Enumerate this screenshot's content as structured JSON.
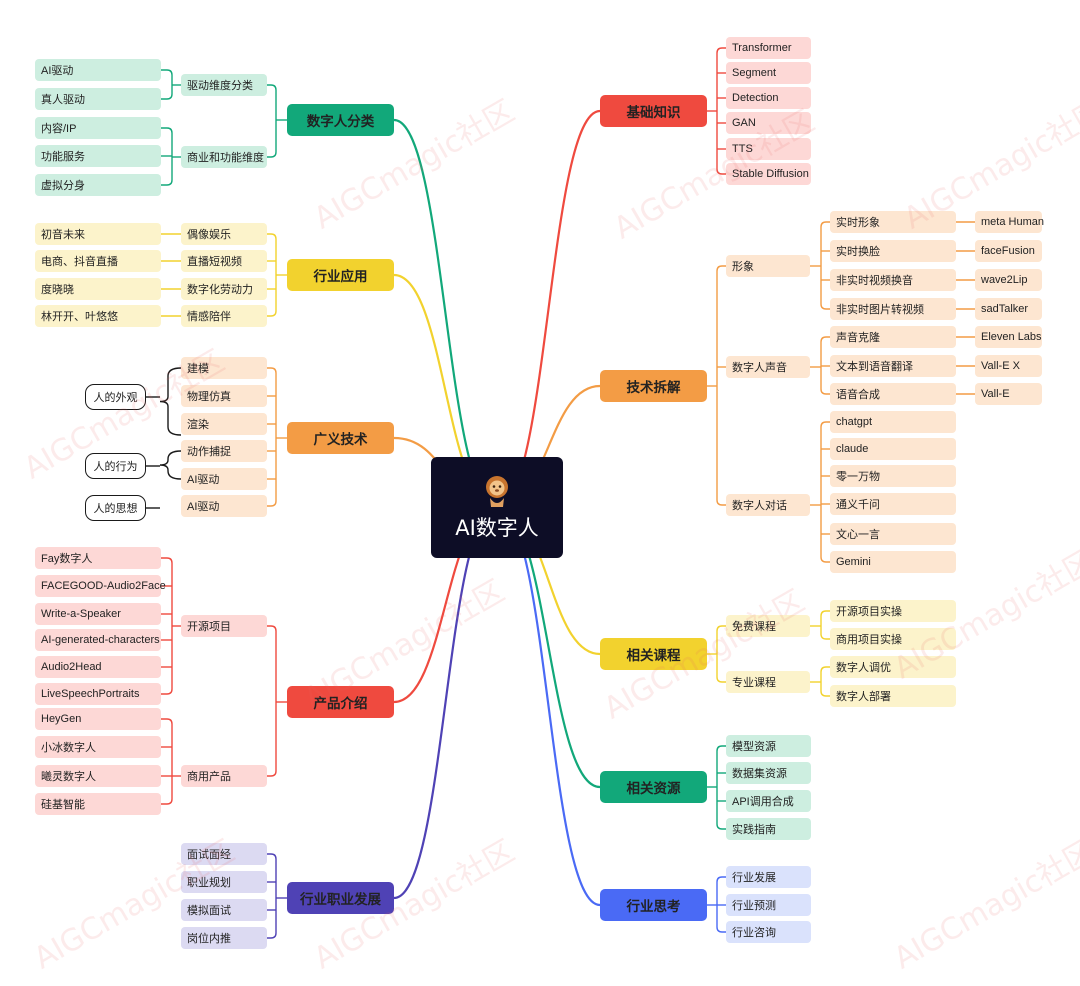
{
  "center": {
    "label": "AI数字人",
    "icon": "lion-mascot-icon"
  },
  "watermark": "AIGCmagic社区",
  "branches": [
    {
      "key": "shuziren-fenlei",
      "label": "数字人分类",
      "color": "#12a87a",
      "children": [
        {
          "label": "驱动维度分类",
          "children": [
            {
              "label": "AI驱动"
            },
            {
              "label": "真人驱动"
            }
          ]
        },
        {
          "label": "商业和功能维度",
          "children": [
            {
              "label": "内容/IP"
            },
            {
              "label": "功能服务"
            },
            {
              "label": "虚拟分身"
            }
          ]
        }
      ]
    },
    {
      "key": "hangye-yingyong",
      "label": "行业应用",
      "color": "#f2d22e",
      "children": [
        {
          "label": "偶像娱乐",
          "children": [
            {
              "label": "初音未来"
            }
          ]
        },
        {
          "label": "直播短视频",
          "children": [
            {
              "label": "电商、抖音直播"
            }
          ]
        },
        {
          "label": "数字化劳动力",
          "children": [
            {
              "label": "度晓晓"
            }
          ]
        },
        {
          "label": "情感陪伴",
          "children": [
            {
              "label": "林开开、叶悠悠"
            }
          ]
        }
      ]
    },
    {
      "key": "guangyi-jishu",
      "label": "广义技术",
      "color": "#f39c45",
      "children": [
        {
          "label": "建模"
        },
        {
          "label": "物理仿真"
        },
        {
          "label": "渲染"
        },
        {
          "label": "动作捕捉"
        },
        {
          "label": "AI驱动"
        },
        {
          "label": "AI驱动"
        }
      ],
      "groups": [
        {
          "label": "人的外观"
        },
        {
          "label": "人的行为"
        },
        {
          "label": "人的思想"
        }
      ]
    },
    {
      "key": "chanpin-jieshao",
      "label": "产品介绍",
      "color": "#ef4a3f",
      "children": [
        {
          "label": "开源项目",
          "children": [
            {
              "label": "Fay数字人"
            },
            {
              "label": "FACEGOOD-Audio2Face"
            },
            {
              "label": "Write-a-Speaker"
            },
            {
              "label": "AI-generated-characters"
            },
            {
              "label": "Audio2Head"
            },
            {
              "label": "LiveSpeechPortraits"
            }
          ]
        },
        {
          "label": "商用产品",
          "children": [
            {
              "label": "HeyGen"
            },
            {
              "label": "小冰数字人"
            },
            {
              "label": "曦灵数字人"
            },
            {
              "label": "硅基智能"
            }
          ]
        }
      ]
    },
    {
      "key": "hangye-zhiye",
      "label": "行业职业发展",
      "color": "#4f42b5",
      "children": [
        {
          "label": "面试面经"
        },
        {
          "label": "职业规划"
        },
        {
          "label": "模拟面试"
        },
        {
          "label": "岗位内推"
        }
      ]
    },
    {
      "key": "jichu-zhishi",
      "label": "基础知识",
      "color": "#ef4a3f",
      "children": [
        {
          "label": "Transformer"
        },
        {
          "label": "Segment"
        },
        {
          "label": "Detection"
        },
        {
          "label": "GAN"
        },
        {
          "label": "TTS"
        },
        {
          "label": "Stable  Diffusion"
        }
      ]
    },
    {
      "key": "jishu-chaijie",
      "label": "技术拆解",
      "color": "#f39c45",
      "children": [
        {
          "label": "形象",
          "children": [
            {
              "label": "实时形象",
              "leaf": "meta Human"
            },
            {
              "label": "实时换脸",
              "leaf": "faceFusion"
            },
            {
              "label": "非实时视频换音",
              "leaf": "wave2Lip"
            },
            {
              "label": "非实时图片转视频",
              "leaf": "sadTalker"
            }
          ]
        },
        {
          "label": "数字人声音",
          "children": [
            {
              "label": "声音克隆",
              "leaf": "Eleven Labs"
            },
            {
              "label": "文本到语音翻译",
              "leaf": "Vall-E X"
            },
            {
              "label": "语音合成",
              "leaf": "Vall-E"
            }
          ]
        },
        {
          "label": "数字人对话",
          "children": [
            {
              "label": "chatgpt"
            },
            {
              "label": "claude"
            },
            {
              "label": "零一万物"
            },
            {
              "label": "通义千问"
            },
            {
              "label": "文心一言"
            },
            {
              "label": "Gemini"
            }
          ]
        }
      ]
    },
    {
      "key": "xiangguan-kecheng",
      "label": "相关课程",
      "color": "#f2d22e",
      "children": [
        {
          "label": "免费课程",
          "children": [
            {
              "label": "开源项目实操"
            },
            {
              "label": "商用项目实操"
            }
          ]
        },
        {
          "label": "专业课程",
          "children": [
            {
              "label": "数字人调优"
            },
            {
              "label": "数字人部署"
            }
          ]
        }
      ]
    },
    {
      "key": "xiangguan-ziyuan",
      "label": "相关资源",
      "color": "#12a87a",
      "children": [
        {
          "label": "模型资源"
        },
        {
          "label": "数据集资源"
        },
        {
          "label": "API调用合成"
        },
        {
          "label": "实践指南"
        }
      ]
    },
    {
      "key": "hangye-sikao",
      "label": "行业思考",
      "color": "#4a6af5",
      "children": [
        {
          "label": "行业发展"
        },
        {
          "label": "行业预测"
        },
        {
          "label": "行业咨询"
        }
      ]
    }
  ]
}
